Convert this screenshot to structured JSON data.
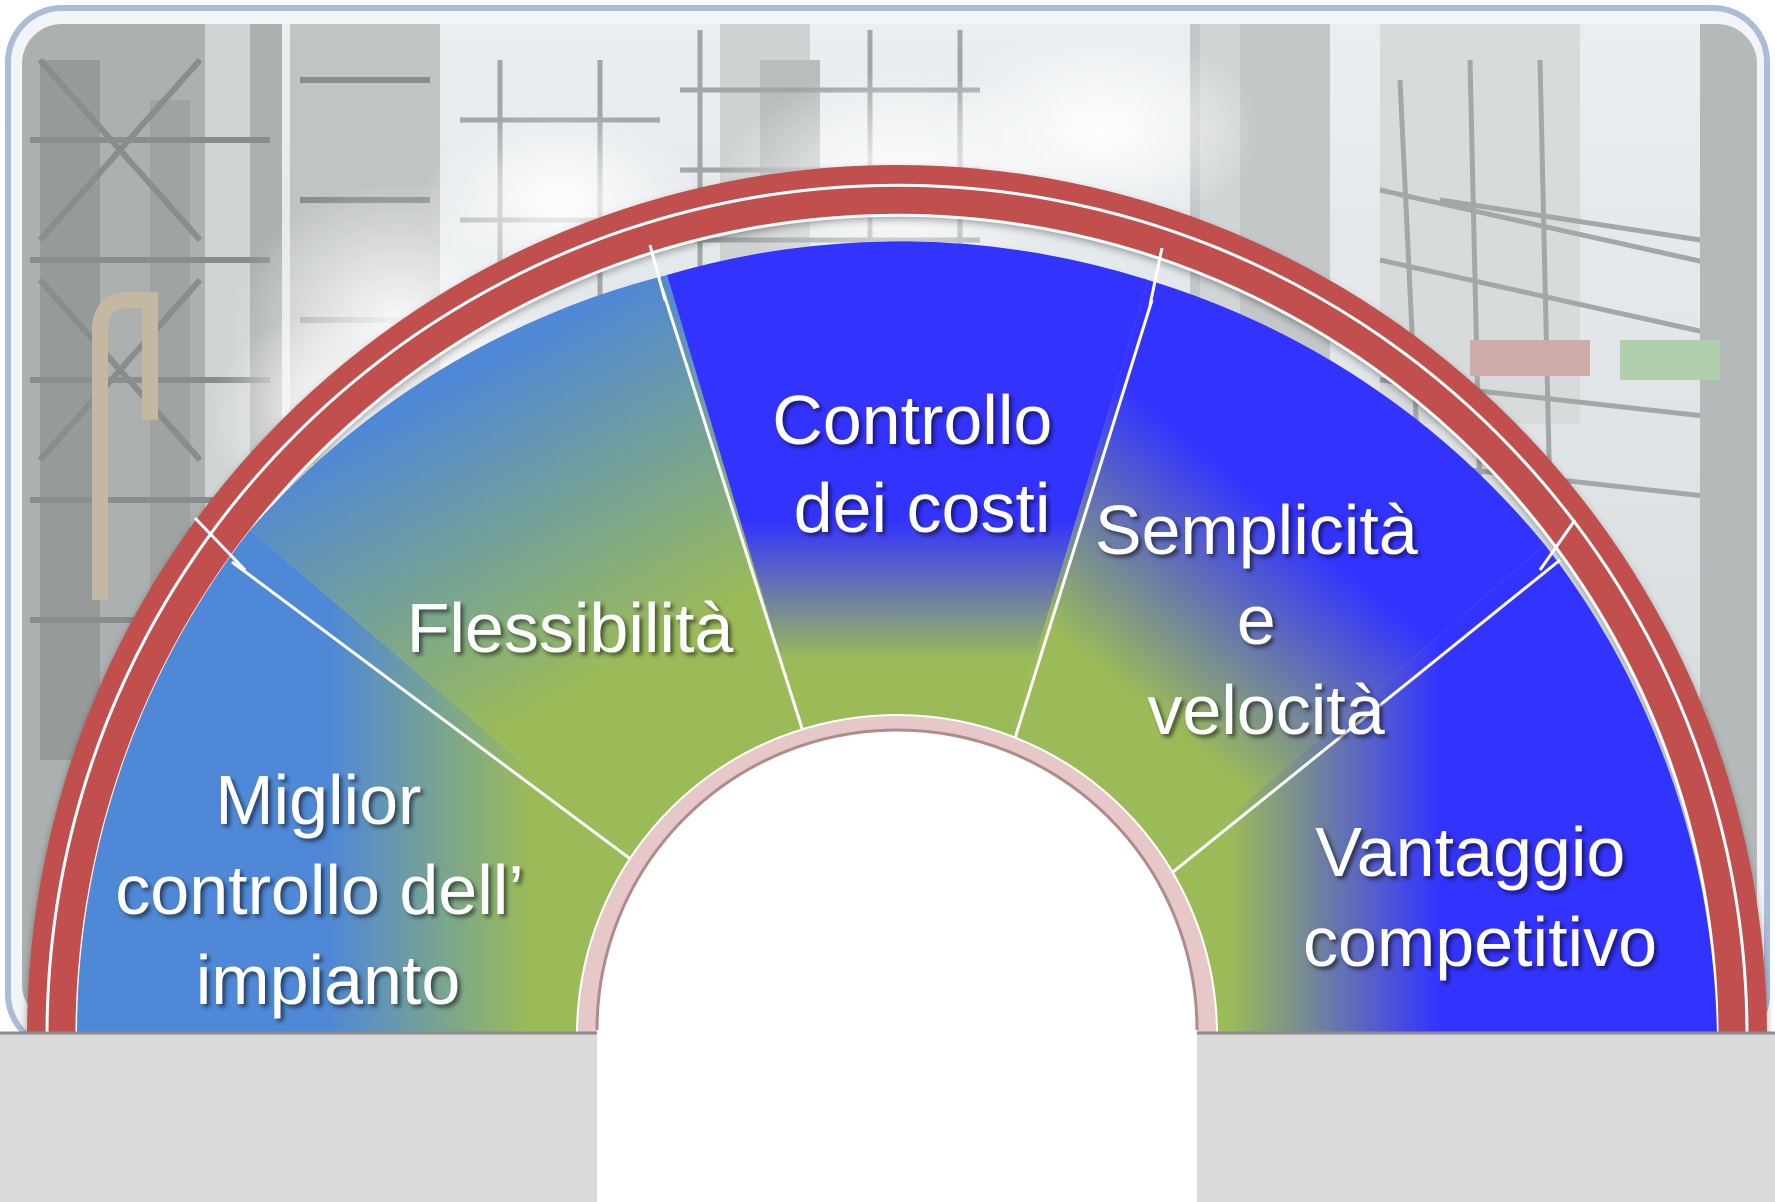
{
  "segments": [
    {
      "id": "miglior-controllo",
      "lines": [
        "Miglior",
        "controllo dell’",
        "impianto"
      ]
    },
    {
      "id": "flessibilita",
      "lines": [
        "Flessibilità"
      ]
    },
    {
      "id": "controllo-costi",
      "lines": [
        "Controllo",
        "dei costi"
      ]
    },
    {
      "id": "semplicita-velocita",
      "lines": [
        "Semplicità",
        "e",
        "velocità"
      ]
    },
    {
      "id": "vantaggio-competitivo",
      "lines": [
        "Vantaggio",
        "competitivo"
      ]
    }
  ],
  "colors": {
    "ring": "#c0504d",
    "blue_light": "#4f88d6",
    "blue_dark": "#3333ff",
    "green": "#9bbb59",
    "bottom_band": "#d9d9d9",
    "frame": "#a9bcd9"
  },
  "background_image": "industrial-plant-photo"
}
